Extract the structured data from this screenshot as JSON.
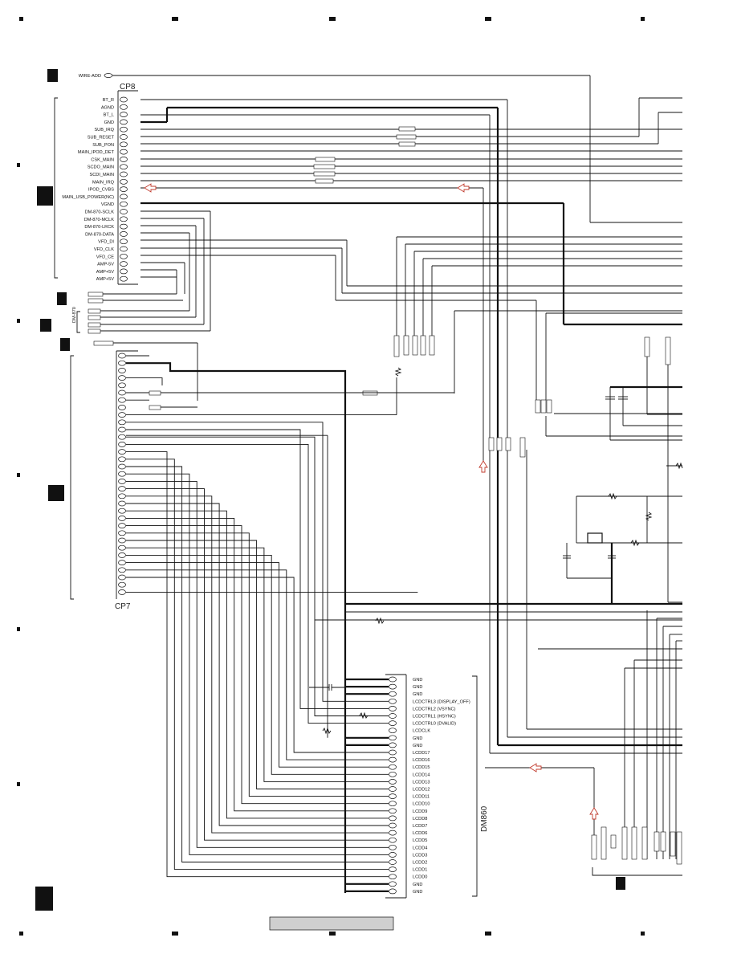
{
  "cp8": {
    "name": "CP8",
    "top_label": "WIRE-ADD",
    "pins": [
      "BT_R",
      "AGND",
      "BT_L",
      "GND",
      "SUB_IRQ",
      "SUB_RESET",
      "SUB_PON",
      "MAIN_IPOD_DET",
      "CSK_MAIN",
      "SCDO_MAIN",
      "SCDI_MAIN",
      "MAIN_IRQ",
      "IPOD_CVBS",
      "MAIN_USB_POWER(NC)",
      "VGND",
      "DM-870-SCLK",
      "DM-870-MCLK",
      "DM-870-LRCK",
      "DM-870-DATA",
      "VFD_DI",
      "VFD_CLK",
      "VFD_CE",
      "AMP-5V",
      "AMP+5V",
      "AMP+5V"
    ]
  },
  "dm870": {
    "group_label": "DM-870"
  },
  "cp7": {
    "name": "CP7"
  },
  "dm860": {
    "name": "DM860",
    "pins": [
      "GND",
      "GND",
      "GND",
      "LCDCTRL3 (DISPLAY_OFF)",
      "LCDCTRL2 (VSYNC)",
      "LCDCTRL1 (HSYNC)",
      "LCDCTRL0 (DVALID)",
      "LCDCLK",
      "GND",
      "GND",
      "LCDD17",
      "LCDD16",
      "LCDD15",
      "LCDD14",
      "LCDD13",
      "LCDD12",
      "LCDD11",
      "LCDD10",
      "LCDD9",
      "LCDD8",
      "LCDD7",
      "LCDD6",
      "LCDD5",
      "LCDD4",
      "LCDD3",
      "LCDD2",
      "LCDD1",
      "LCDD0",
      "GND",
      "GND"
    ]
  },
  "colors": {
    "wire": "#111111",
    "arrow": "#c0392b",
    "watermark": "#3b55d6"
  }
}
